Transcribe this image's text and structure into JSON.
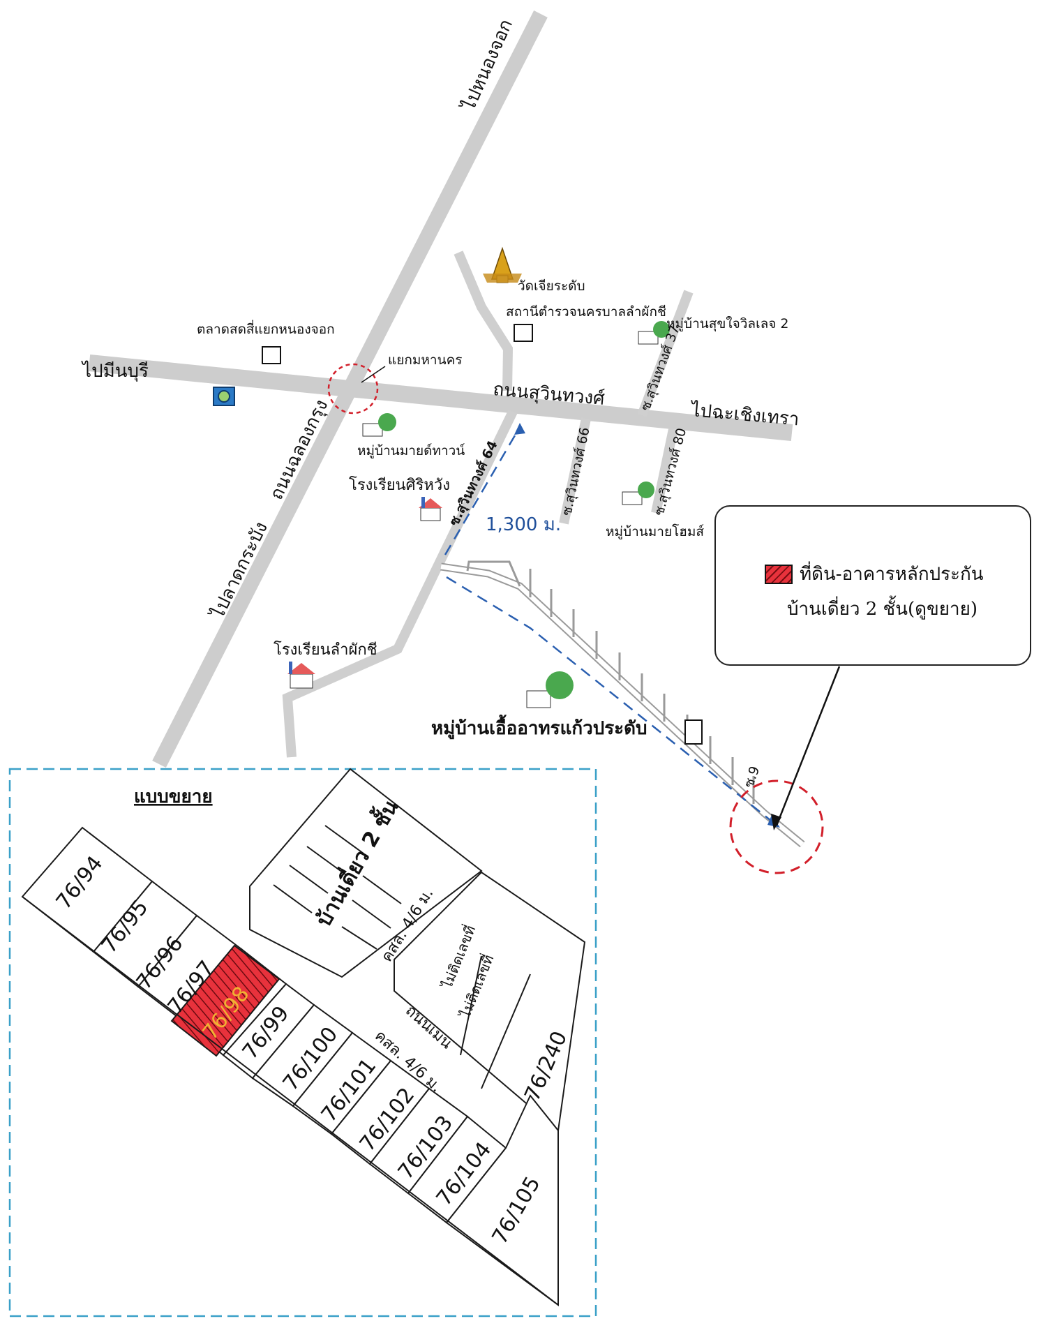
{
  "map": {
    "directions": {
      "to_nong_chok": "ไปหนองจอก",
      "to_min_buri": "ไปมีนบุรี",
      "to_chachoengsao": "ไปฉะเชิงเทรา",
      "to_lat_krabang": "ไปลาดกระบัง"
    },
    "roads": {
      "suwinthawong": "ถนนสุวินทวงศ์",
      "chalong_krung": "ถนนฉลองกรุง",
      "soi_64": "ซ.สุวินทวงศ์ 64",
      "soi_66": "ซ.สุวินทวงศ์ 66",
      "soi_37": "ซ.สุวินทวงศ์ 37",
      "soi_80": "ซ.สุวินทวงศ์ 80",
      "soi_9": "ซ.9"
    },
    "places": {
      "intersection": "แยกมหานคร",
      "market": "ตลาดสดสี่แยกหนองจอก",
      "temple": "วัดเจียระดับ",
      "police": "สถานีตำรวจนครบาลลำผักชี",
      "village_sukjai": "หมู่บ้านสุขใจวิลเลจ 2",
      "village_mycity": "หมู่บ้านมายด์ทาวน์",
      "school_sirirwang": "โรงเรียนศิริหวัง",
      "village_myhome": "หมู่บ้านมายโฮมส์",
      "school_lamphakchi": "โรงเรียนลำผักชี",
      "village_ueaarthon": "หมู่บ้านเอื้ออาทรแก้วประดับ"
    },
    "distance": "1,300 ม."
  },
  "legend": {
    "swatch_color": "#e8323c",
    "line1": "ที่ดิน-อาคารหลักประกัน",
    "line2": "บ้านเดี่ยว 2 ชั้น(ดูขยาย)"
  },
  "detail": {
    "title": "แบบขยาย",
    "house_block": "บ้านเดี่ยว 2 ชั้น",
    "road_top": "คสล. 4/6 ม.",
    "road_main": "ถนนเมน",
    "road_bottom": "คสล. 4/6 ม.",
    "no_number_1": "ไม่ติดเลขที่",
    "no_number_2": "ไม่ติดเลขที่",
    "lots_upper": [
      "76/94",
      "76/95",
      "76/96",
      "76/97",
      "76/98"
    ],
    "lots_lower": [
      "76/99",
      "76/100",
      "76/101",
      "76/102",
      "76/103",
      "76/104",
      "76/105"
    ],
    "lot_right": "76/240",
    "highlight_color": "#e8323c"
  }
}
